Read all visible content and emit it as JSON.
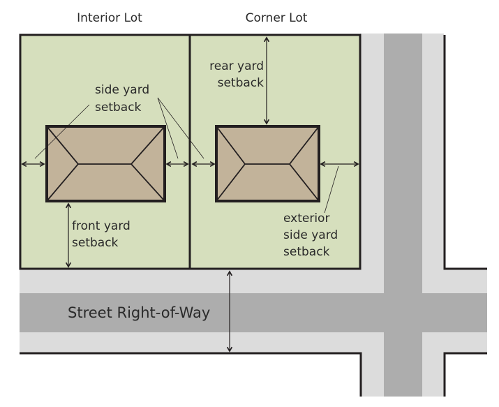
{
  "diagram": {
    "title_interior": "Interior Lot",
    "title_corner": "Corner Lot",
    "labels": {
      "side_yard": [
        "side yard",
        "setback"
      ],
      "rear_yard": [
        "rear yard",
        "setback"
      ],
      "front_yard": [
        "front yard",
        "setback"
      ],
      "exterior_side_yard": [
        "exterior",
        "side yard",
        "setback"
      ],
      "street": "Street Right-of-Way"
    },
    "colors": {
      "lot_fill": "#d6dfbd",
      "house_fill": "#c2b39a",
      "sidewalk": "#dcdcdc",
      "roadway": "#adadad",
      "outline": "#231f20"
    }
  }
}
